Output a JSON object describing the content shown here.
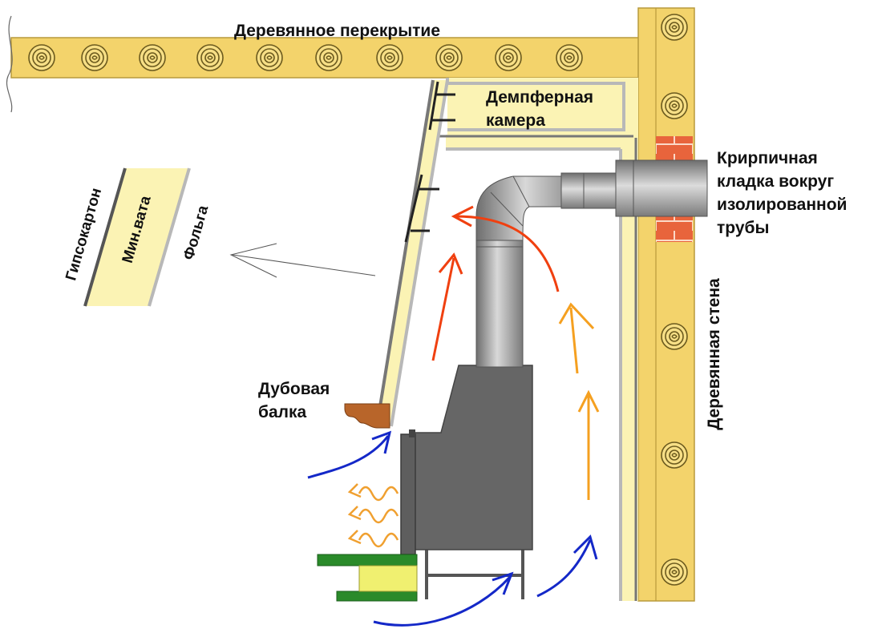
{
  "labels": {
    "ceiling": "Деревянное перекрытие",
    "damper_line1": "Демпферная",
    "damper_line2": "камера",
    "brick_line1": "Крирпичная",
    "brick_line2": "кладка вокруг",
    "brick_line3": "изолированной",
    "brick_line4": "трубы",
    "wall": "Деревянная стена",
    "beam_line1": "Дубовая",
    "beam_line2": "балка",
    "layer_drywall": "Гипсокартон",
    "layer_wool": "Мин.вата",
    "layer_foil": "Фольга"
  },
  "colors": {
    "wood": "#f3d36b",
    "wood_outline": "#b89a3c",
    "log_ring": "#6b5a1e",
    "insulation": "#fbf3b4",
    "drywall": "#777777",
    "foil": "#b8b8b8",
    "brick": "#e8643c",
    "stove": "#666666",
    "pipe": "#a9a9a9",
    "beam": "#b8652a",
    "cold_air": "#1428c8",
    "hot_air": "#f04010",
    "warm_air": "#f5a020",
    "heat_wave": "#f0a030",
    "stand_green": "#2a8a2a",
    "stand_yellow": "#f0f070"
  },
  "icons": [
    "wood-log-ring",
    "air-flow-arrow",
    "heat-wave-icon"
  ]
}
